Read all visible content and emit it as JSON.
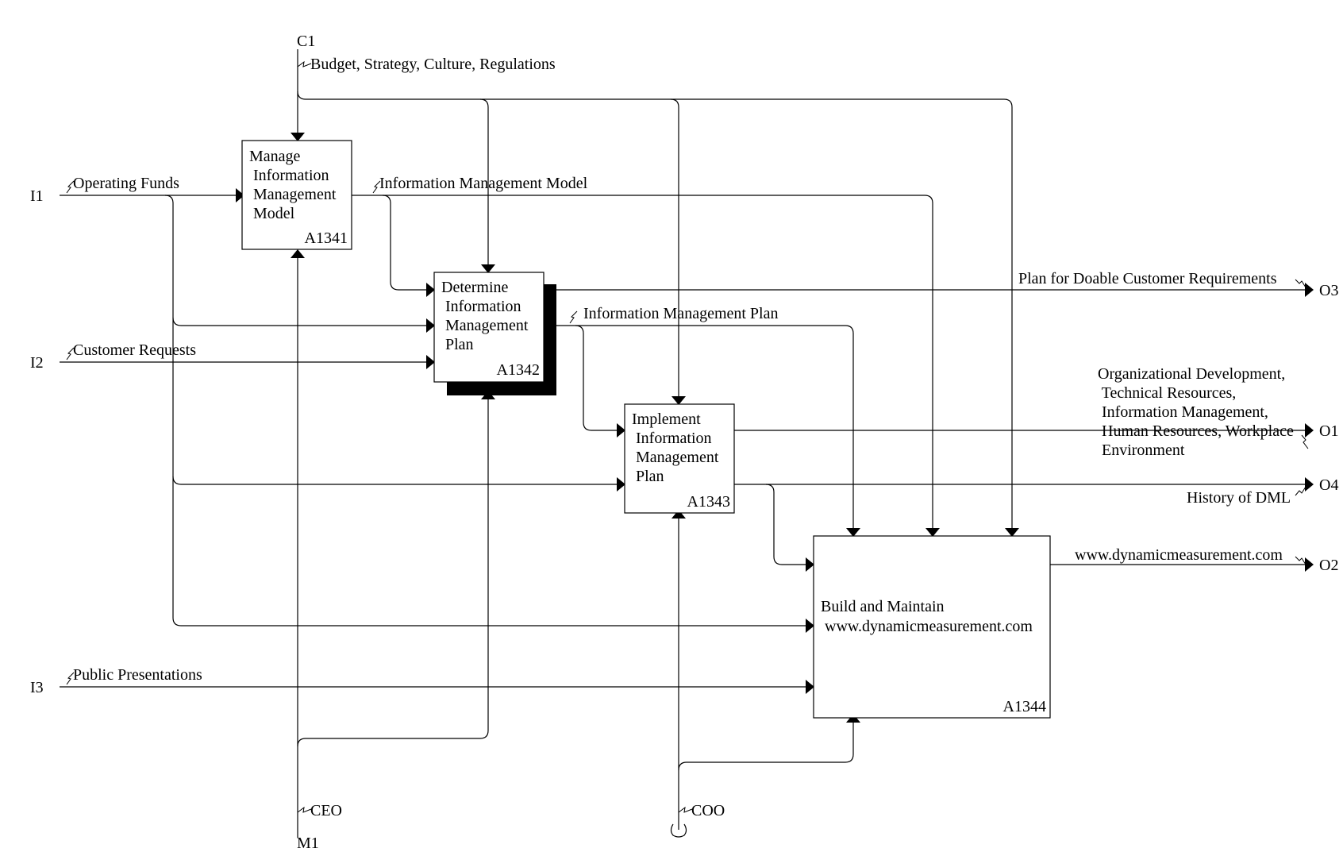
{
  "boxes": [
    {
      "id": "A1341",
      "lines": [
        "Manage",
        " Information",
        " Management",
        " Model"
      ],
      "number": "A1341"
    },
    {
      "id": "A1342",
      "lines": [
        "Determine",
        " Information",
        " Management",
        " Plan"
      ],
      "number": "A1342"
    },
    {
      "id": "A1343",
      "lines": [
        "Implement",
        " Information",
        " Management",
        " Plan"
      ],
      "number": "A1343"
    },
    {
      "id": "A1344",
      "lines": [
        "Build and Maintain",
        " www.dynamicmeasurement.com"
      ],
      "number": "A1344"
    }
  ],
  "tunnels": {
    "I1": "I1",
    "I2": "I2",
    "I3": "I3",
    "C1": "C1",
    "M1": "M1",
    "O1": "O1",
    "O2": "O2",
    "O3": "O3",
    "O4": "O4"
  },
  "arrow_labels": {
    "controls": "Budget, Strategy, Culture, Regulations",
    "operating_funds": "Operating Funds",
    "customer_requests": "Customer Requests",
    "public_presentations": "Public Presentations",
    "info_mgmt_model": "Information Management Model",
    "info_mgmt_plan": "Information Management Plan",
    "plan_doable": "Plan for Doable Customer Requirements",
    "org_dev": [
      "Organizational Development,",
      " Technical Resources,",
      " Information Management,",
      " Human Resources, Workplace",
      " Environment"
    ],
    "history_dml": "History of DML",
    "website": "www.dynamicmeasurement.com",
    "ceo": "CEO",
    "coo": "COO"
  }
}
